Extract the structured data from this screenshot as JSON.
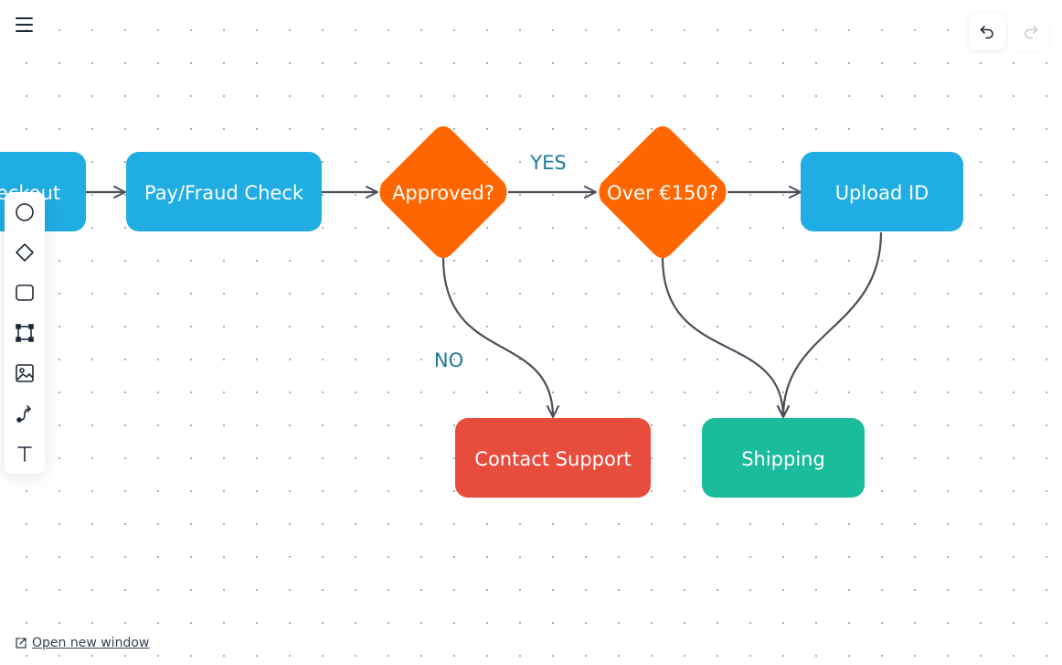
{
  "toolbar": {
    "tools": [
      {
        "icon": "circle-icon"
      },
      {
        "icon": "diamond-icon"
      },
      {
        "icon": "rectangle-icon"
      },
      {
        "icon": "frame-icon"
      },
      {
        "icon": "image-icon"
      },
      {
        "icon": "connector-icon"
      },
      {
        "icon": "text-icon"
      }
    ]
  },
  "history": {
    "undo_icon": "undo-icon",
    "redo_icon": "redo-icon",
    "redo_enabled": false
  },
  "footer": {
    "open_new_window": "Open new window",
    "icon": "external-link-icon"
  },
  "diagram": {
    "nodes": [
      {
        "id": "checkout",
        "label": "Checkout",
        "shape": "rounded-rect",
        "color": "#1fade3"
      },
      {
        "id": "pay",
        "label": "Pay/Fraud Check",
        "shape": "rounded-rect",
        "color": "#1fade3"
      },
      {
        "id": "approved",
        "label": "Approved?",
        "shape": "diamond",
        "color": "#ff6600"
      },
      {
        "id": "over150",
        "label": "Over €150?",
        "shape": "diamond",
        "color": "#ff6600"
      },
      {
        "id": "upload",
        "label": "Upload ID",
        "shape": "rounded-rect",
        "color": "#1fade3"
      },
      {
        "id": "support",
        "label": "Contact Support",
        "shape": "rounded-rect",
        "color": "#e84c3d"
      },
      {
        "id": "shipping",
        "label": "Shipping",
        "shape": "rounded-rect",
        "color": "#1abc9c"
      }
    ],
    "edges": [
      {
        "from": "checkout",
        "to": "pay",
        "label": ""
      },
      {
        "from": "pay",
        "to": "approved",
        "label": ""
      },
      {
        "from": "approved",
        "to": "over150",
        "label": "YES"
      },
      {
        "from": "over150",
        "to": "upload",
        "label": ""
      },
      {
        "from": "approved",
        "to": "support",
        "label": "NO"
      },
      {
        "from": "over150",
        "to": "shipping",
        "label": ""
      },
      {
        "from": "upload",
        "to": "shipping",
        "label": ""
      }
    ]
  }
}
